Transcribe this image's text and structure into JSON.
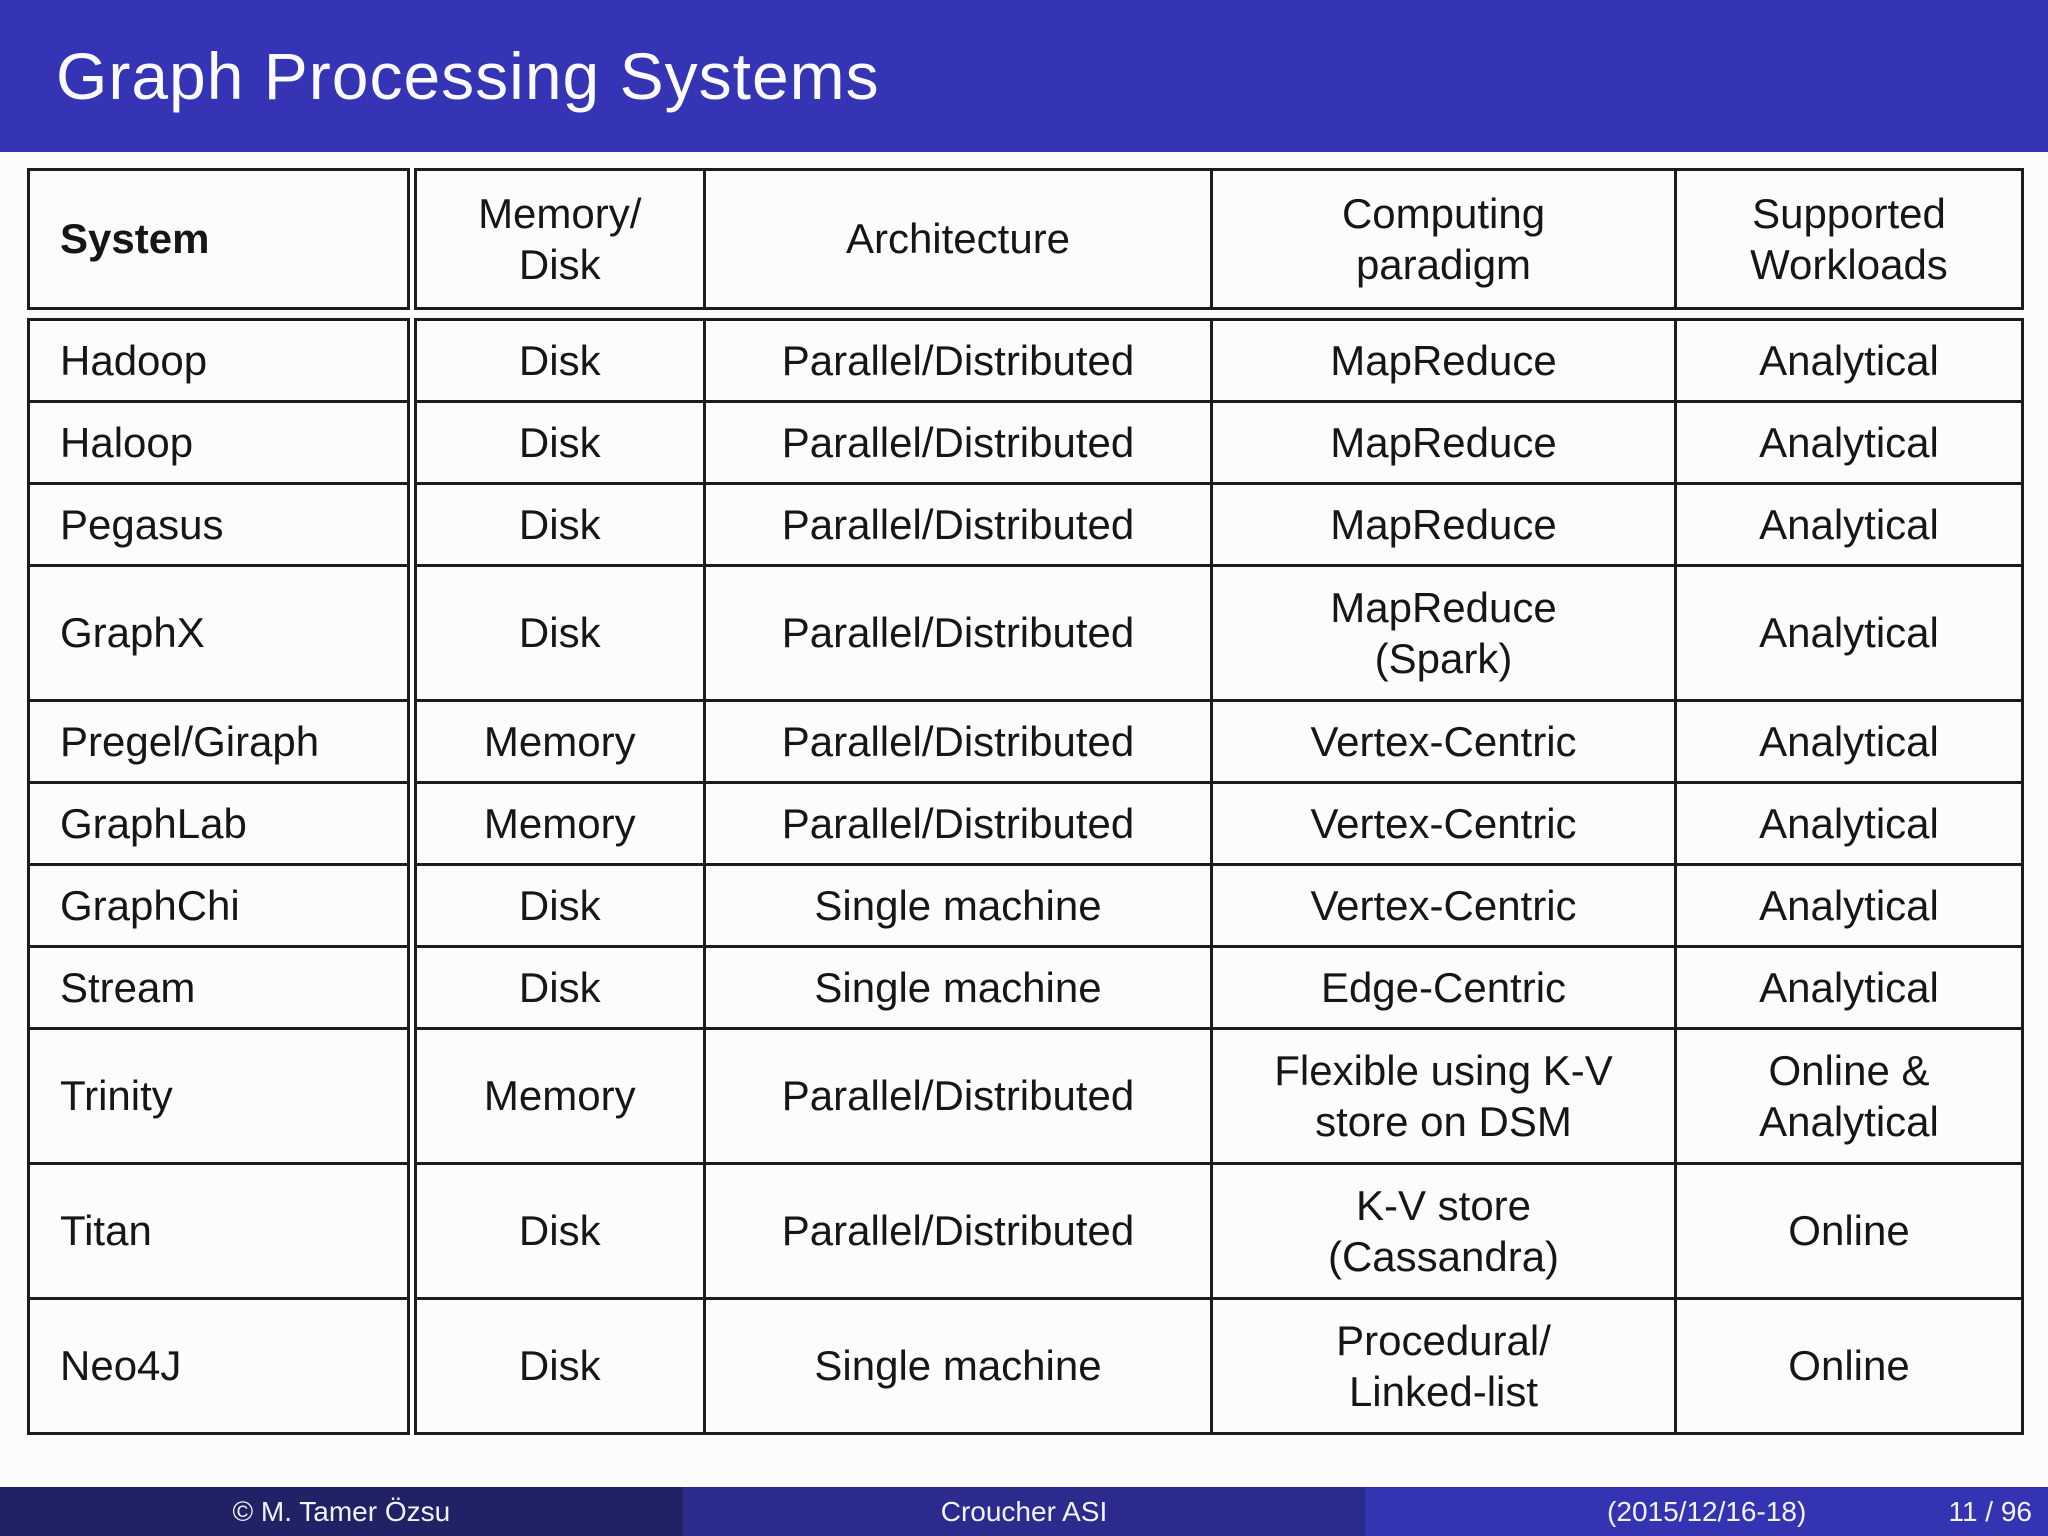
{
  "slide": {
    "title": "Graph Processing Systems"
  },
  "table": {
    "columns": [
      "System",
      "Memory/\nDisk",
      "Architecture",
      "Computing\nparadigm",
      "Supported\nWorkloads"
    ],
    "rows": [
      {
        "system": "Hadoop",
        "memory_disk": "Disk",
        "architecture": "Parallel/Distributed",
        "paradigm": "MapReduce",
        "workloads": "Analytical"
      },
      {
        "system": "Haloop",
        "memory_disk": "Disk",
        "architecture": "Parallel/Distributed",
        "paradigm": "MapReduce",
        "workloads": "Analytical"
      },
      {
        "system": "Pegasus",
        "memory_disk": "Disk",
        "architecture": "Parallel/Distributed",
        "paradigm": "MapReduce",
        "workloads": "Analytical"
      },
      {
        "system": "GraphX",
        "memory_disk": "Disk",
        "architecture": "Parallel/Distributed",
        "paradigm": "MapReduce\n(Spark)",
        "workloads": "Analytical"
      },
      {
        "system": "Pregel/Giraph",
        "memory_disk": "Memory",
        "architecture": "Parallel/Distributed",
        "paradigm": "Vertex-Centric",
        "workloads": "Analytical"
      },
      {
        "system": "GraphLab",
        "memory_disk": "Memory",
        "architecture": "Parallel/Distributed",
        "paradigm": "Vertex-Centric",
        "workloads": "Analytical"
      },
      {
        "system": "GraphChi",
        "memory_disk": "Disk",
        "architecture": "Single machine",
        "paradigm": "Vertex-Centric",
        "workloads": "Analytical"
      },
      {
        "system": "Stream",
        "memory_disk": "Disk",
        "architecture": "Single machine",
        "paradigm": "Edge-Centric",
        "workloads": "Analytical"
      },
      {
        "system": "Trinity",
        "memory_disk": "Memory",
        "architecture": "Parallel/Distributed",
        "paradigm": "Flexible using K-V\nstore on DSM",
        "workloads": "Online &\nAnalytical"
      },
      {
        "system": "Titan",
        "memory_disk": "Disk",
        "architecture": "Parallel/Distributed",
        "paradigm": "K-V store\n(Cassandra)",
        "workloads": "Online"
      },
      {
        "system": "Neo4J",
        "memory_disk": "Disk",
        "architecture": "Single machine",
        "paradigm": "Procedural/\nLinked-list",
        "workloads": "Online"
      }
    ]
  },
  "footer": {
    "author": "© M. Tamer Özsu",
    "venue": "Croucher ASI",
    "date": "(2015/12/16-18)",
    "page": "11 / 96"
  },
  "colors": {
    "title_bar_bg": "#3434b4",
    "title_text": "#fbfbff",
    "footer_author_bg": "#212165",
    "footer_venue_bg": "#2b2b8d",
    "footer_date_bg": "#3434b3",
    "table_border": "#1c1c1c",
    "slide_bg": "#fcfcfc"
  }
}
